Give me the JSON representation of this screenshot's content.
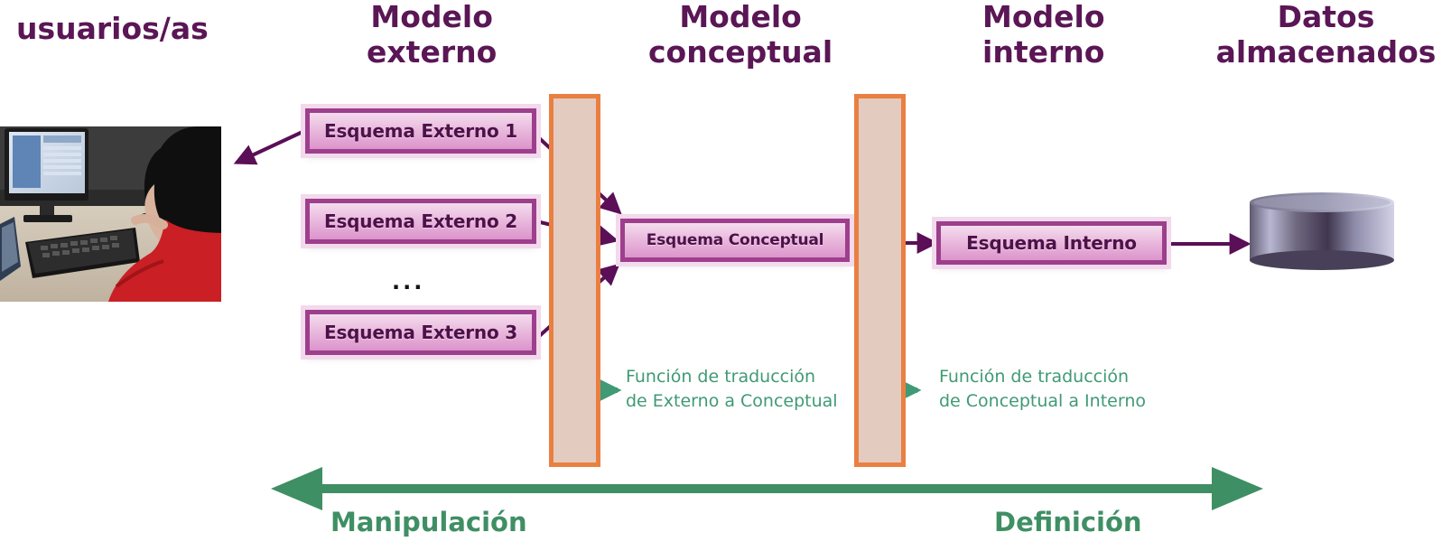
{
  "columns": {
    "usuarios": "usuarios/as",
    "externo": [
      "Modelo",
      "externo"
    ],
    "conceptual": [
      "Modelo",
      "conceptual"
    ],
    "interno": [
      "Modelo",
      "interno"
    ],
    "datos": [
      "Datos",
      "almacenados"
    ]
  },
  "schemas": {
    "externo_1": "Esquema Externo 1",
    "externo_2": "Esquema Externo 2",
    "externo_3": "Esquema Externo 3",
    "conceptual": "Esquema Conceptual",
    "interno": "Esquema Interno"
  },
  "ellipsis": "...",
  "functions": {
    "externo_conceptual": [
      "Función de traducción",
      "de Externo a Conceptual"
    ],
    "conceptual_interno": [
      "Función de traducción",
      "de Conceptual a Interno"
    ]
  },
  "bottom": {
    "left_label": "Manipulación",
    "right_label": "Definición"
  },
  "icons": {
    "users_image": "user-at-computer-photo",
    "storage": "database-cylinder-icon"
  },
  "colors": {
    "title": "#5a1655",
    "schema_text": "#4d1149",
    "schema_fill": "#ecc2e1",
    "schema_border": "#9d3f8c",
    "band_fill": "#e4cbc0",
    "band_border": "#e98042",
    "function_text": "#3f9a75",
    "function_arrow": "#3f9a75",
    "flow_arrow": "#5a0f57",
    "bottom_arrow": "#3f8f64",
    "bottom_text": "#3f8f64"
  }
}
